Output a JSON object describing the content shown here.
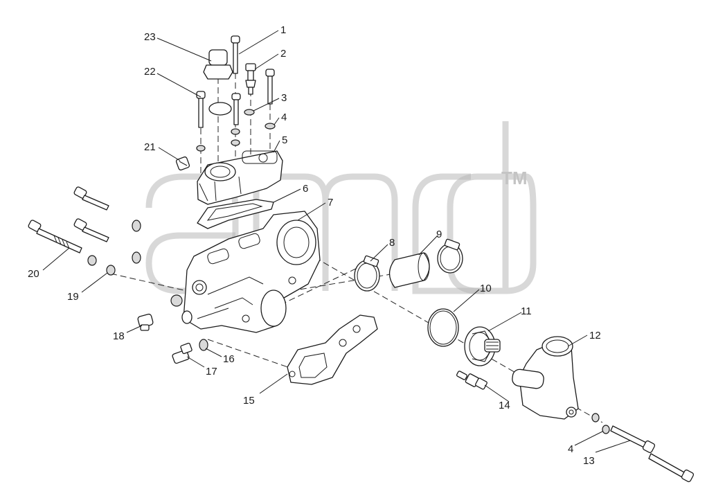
{
  "watermark": {
    "mark": "TM"
  },
  "callouts": [
    {
      "id": "c1",
      "label": "1"
    },
    {
      "id": "c2",
      "label": "2"
    },
    {
      "id": "c3",
      "label": "3"
    },
    {
      "id": "c4a",
      "label": "4"
    },
    {
      "id": "c5",
      "label": "5"
    },
    {
      "id": "c6",
      "label": "6"
    },
    {
      "id": "c7",
      "label": "7"
    },
    {
      "id": "c8",
      "label": "8"
    },
    {
      "id": "c9",
      "label": "9"
    },
    {
      "id": "c10",
      "label": "10"
    },
    {
      "id": "c11",
      "label": "11"
    },
    {
      "id": "c12",
      "label": "12"
    },
    {
      "id": "c13",
      "label": "13"
    },
    {
      "id": "c4b",
      "label": "4"
    },
    {
      "id": "c14",
      "label": "14"
    },
    {
      "id": "c15",
      "label": "15"
    },
    {
      "id": "c16",
      "label": "16"
    },
    {
      "id": "c17",
      "label": "17"
    },
    {
      "id": "c18",
      "label": "18"
    },
    {
      "id": "c19",
      "label": "19"
    },
    {
      "id": "c20",
      "label": "20"
    },
    {
      "id": "c21",
      "label": "21"
    },
    {
      "id": "c22",
      "label": "22"
    },
    {
      "id": "c23",
      "label": "23"
    }
  ],
  "colors": {
    "line": "#1a1a1a",
    "watermark": "#b8b8b8",
    "background": "#ffffff"
  }
}
